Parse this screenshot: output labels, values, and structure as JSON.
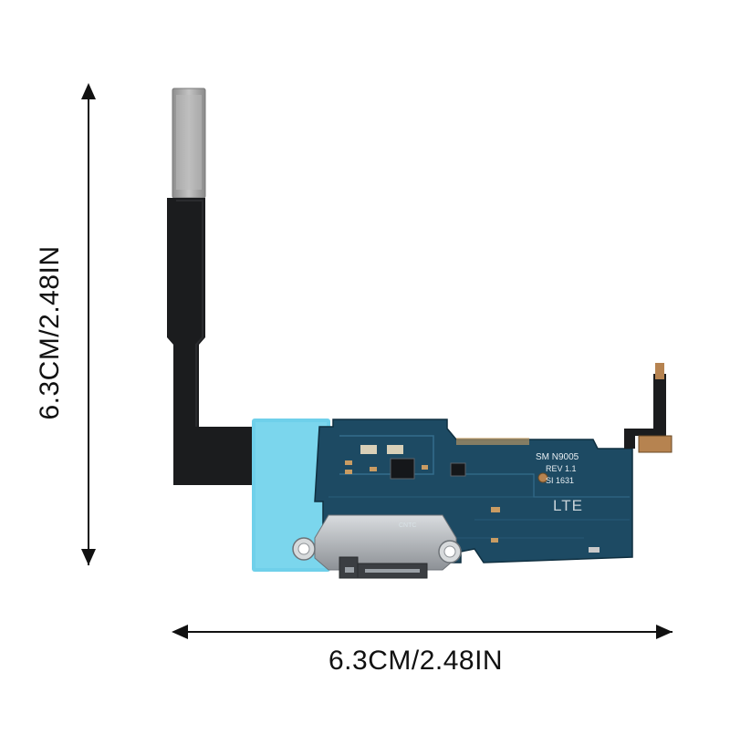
{
  "dimensions": {
    "width_label": "6.3CM/2.48IN",
    "height_label": "6.3CM/2.48IN"
  },
  "board_markings": {
    "model": "SM N9005",
    "revision": "REV 1.1",
    "serial": "SI 1631",
    "network": "LTE",
    "connector": "CNTC"
  },
  "colors": {
    "pcb": "#1d4a63",
    "flex_cable": "#1b1c1e",
    "gold_contact": "#a9a9a9",
    "liner": "#6fd0ea",
    "copper": "#b68350"
  }
}
